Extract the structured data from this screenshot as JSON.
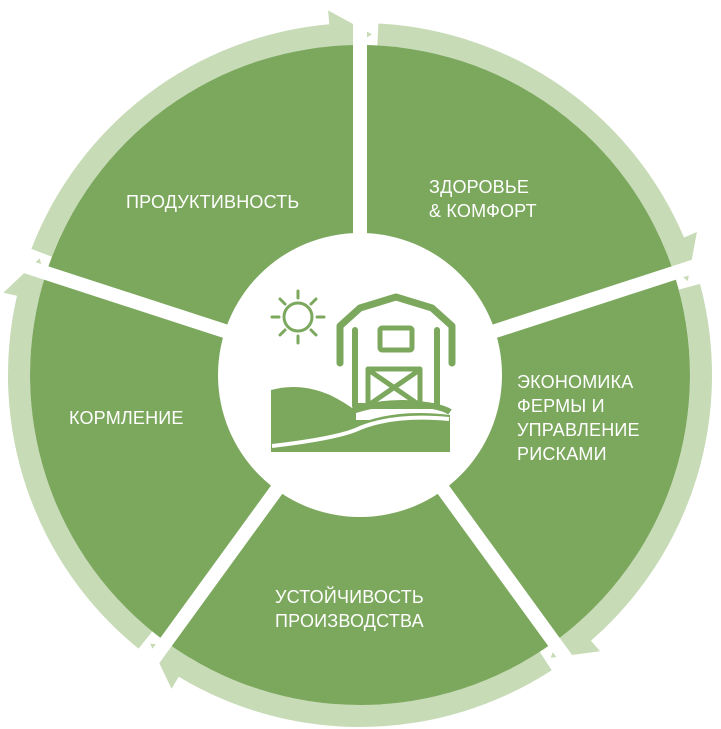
{
  "colors": {
    "segment": "#7ca85e",
    "ring_arrow": "#c7dbb6",
    "center_bg": "#ffffff",
    "gap": "#ffffff"
  },
  "center": {
    "icon": "farm-barn-icon",
    "sun_icon": "sun-icon"
  },
  "segments": [
    {
      "id": "productivity",
      "lines": [
        "ПРОДУКТИВНОСТЬ"
      ]
    },
    {
      "id": "health",
      "lines": [
        "ЗДОРОВЬЕ",
        "& КОМФОРТ"
      ]
    },
    {
      "id": "economics",
      "lines": [
        "ЭКОНОМИКА",
        "ФЕРМЫ И",
        "УПРАВЛЕНИЕ",
        "РИСКАМИ"
      ]
    },
    {
      "id": "sustain",
      "lines": [
        "УСТОЙЧИВОСТЬ",
        "ПРОИЗВОДСТВА"
      ]
    },
    {
      "id": "feeding",
      "lines": [
        "КОРМЛЕНИЕ"
      ]
    }
  ]
}
